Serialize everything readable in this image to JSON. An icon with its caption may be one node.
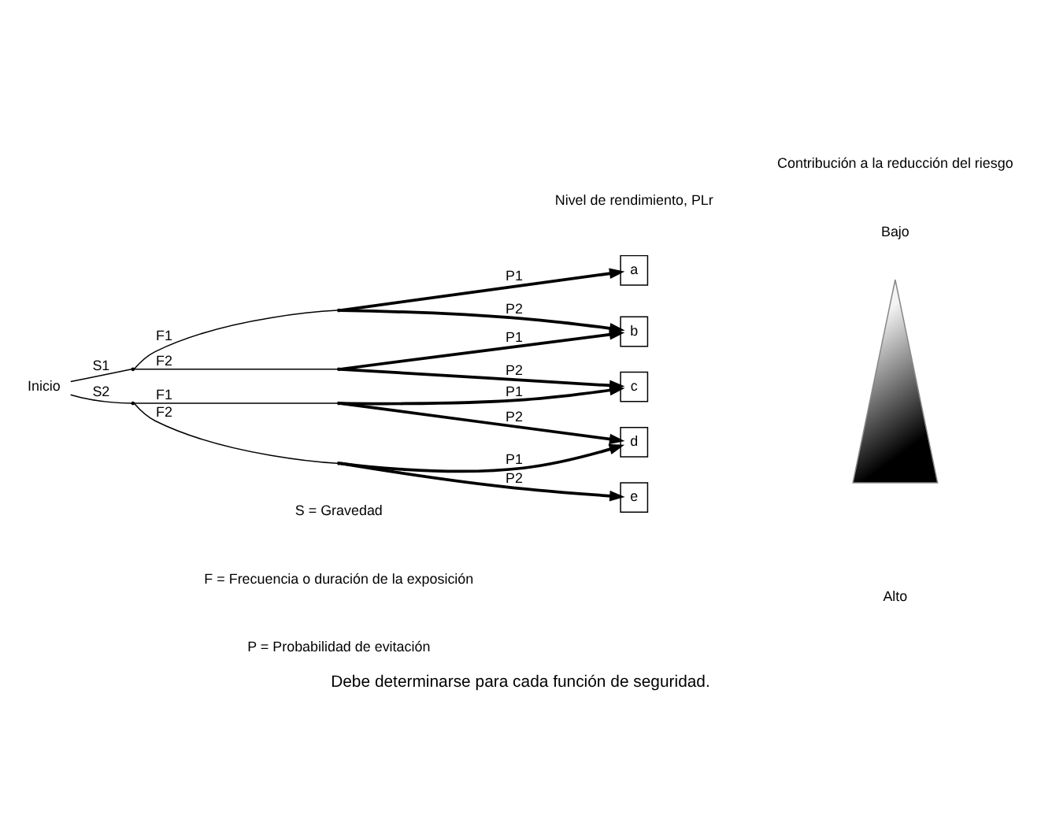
{
  "diagram": {
    "caption": "Debe determinarse para cada función de seguridad.",
    "nodes": [
      {
        "text": [
          "Inicio"
        ]
      },
      {
        "text": [],
        "shape": "point"
      },
      {
        "text": [],
        "shape": "point"
      },
      {
        "text": [],
        "shape": "point"
      },
      {
        "text": [],
        "shape": "point"
      },
      {
        "text": [],
        "shape": "point"
      },
      {
        "text": [],
        "shape": "point"
      },
      {
        "text": [
          "a"
        ]
      },
      {
        "text": [
          "b"
        ]
      },
      {
        "text": [
          "c"
        ]
      },
      {
        "text": [
          "d"
        ]
      },
      {
        "text": [
          "e"
        ]
      },
      {
        "text": [],
        "shape": "triangle"
      }
    ],
    "edges": [
      {
        "from": 0,
        "to": 1,
        "arrow": "none",
        "label": "S1"
      },
      {
        "from": 0,
        "to": 2,
        "arrow": "none",
        "label": "S2"
      },
      {
        "from": 1,
        "to": 3,
        "arrow": "none",
        "label": "F1"
      },
      {
        "from": 1,
        "to": 4,
        "arrow": "none",
        "label": "F2"
      },
      {
        "from": 2,
        "to": 5,
        "arrow": "none",
        "label": "F1"
      },
      {
        "from": 2,
        "to": 6,
        "arrow": "none",
        "label": "F2"
      },
      {
        "from": 3,
        "to": 7,
        "arrow": "to",
        "label": "P1"
      },
      {
        "from": 3,
        "to": 8,
        "arrow": "to",
        "label": "P2"
      },
      {
        "from": 4,
        "to": 8,
        "arrow": "to",
        "label": "P1"
      },
      {
        "from": 4,
        "to": 9,
        "arrow": "to",
        "label": "P2"
      },
      {
        "from": 5,
        "to": 9,
        "arrow": "to",
        "label": "P1"
      },
      {
        "from": 5,
        "to": 10,
        "arrow": "to",
        "label": "P2"
      },
      {
        "from": 6,
        "to": 10,
        "arrow": "to",
        "label": "P1"
      },
      {
        "from": 6,
        "to": 11,
        "arrow": "to",
        "label": "P2"
      }
    ],
    "labels": [
      "Nivel de rendimiento, PLr",
      "Contribución a la reducción del riesgo",
      "Bajo",
      "Alto",
      "S = Gravedad",
      "F = Frecuencia o duración de la exposición",
      "P = Probabilidad de evitación"
    ]
  }
}
